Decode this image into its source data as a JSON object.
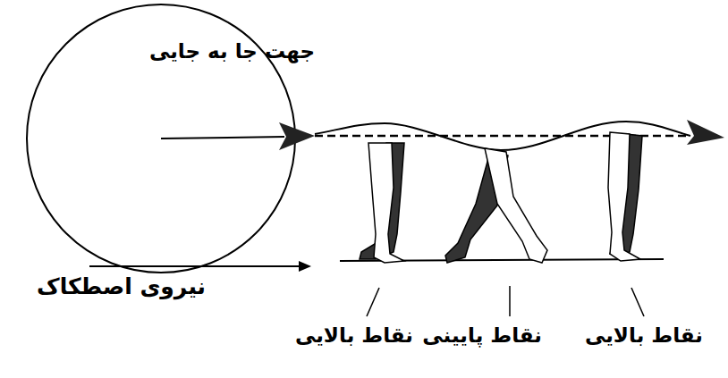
{
  "diagram": {
    "labels": [
      "جهت جا به جایی",
      "نیروی اصطکاک",
      "نقاط بالایی",
      "نقاط پایینی",
      "نقاط بالایی"
    ]
  }
}
